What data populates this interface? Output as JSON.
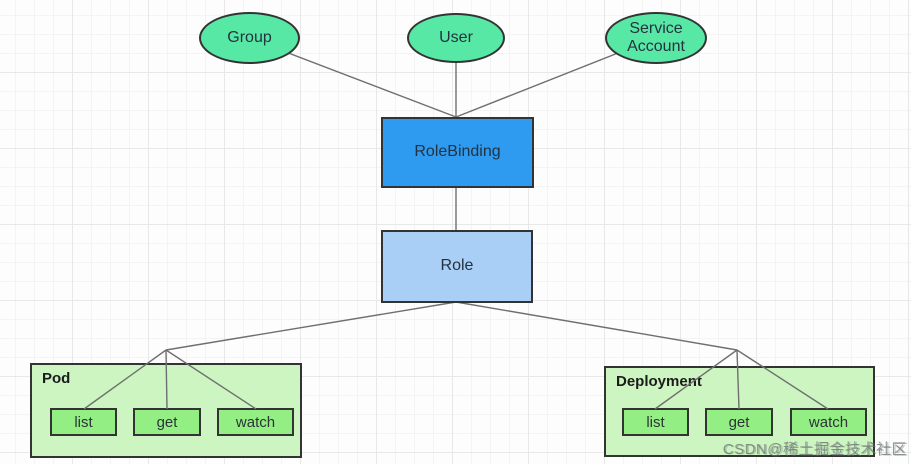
{
  "diagram": {
    "subjects": [
      {
        "label": "Group"
      },
      {
        "label": "User"
      },
      {
        "label": "Service Account"
      }
    ],
    "binding": {
      "label": "RoleBinding"
    },
    "role": {
      "label": "Role"
    },
    "resources": [
      {
        "label": "Pod",
        "verbs": [
          "list",
          "get",
          "watch"
        ]
      },
      {
        "label": "Deployment",
        "verbs": [
          "list",
          "get",
          "watch"
        ]
      }
    ],
    "watermark": "CSDN@稀土掘金技术社区",
    "colors": {
      "subject_fill": "#58e8a6",
      "verb_fill": "#93ee84",
      "resource_fill": "#cdf5c2",
      "binding_fill": "#2e9bf0",
      "role_fill": "#a9cff7",
      "border": "#333333",
      "connector": "#6f6f6f"
    }
  }
}
